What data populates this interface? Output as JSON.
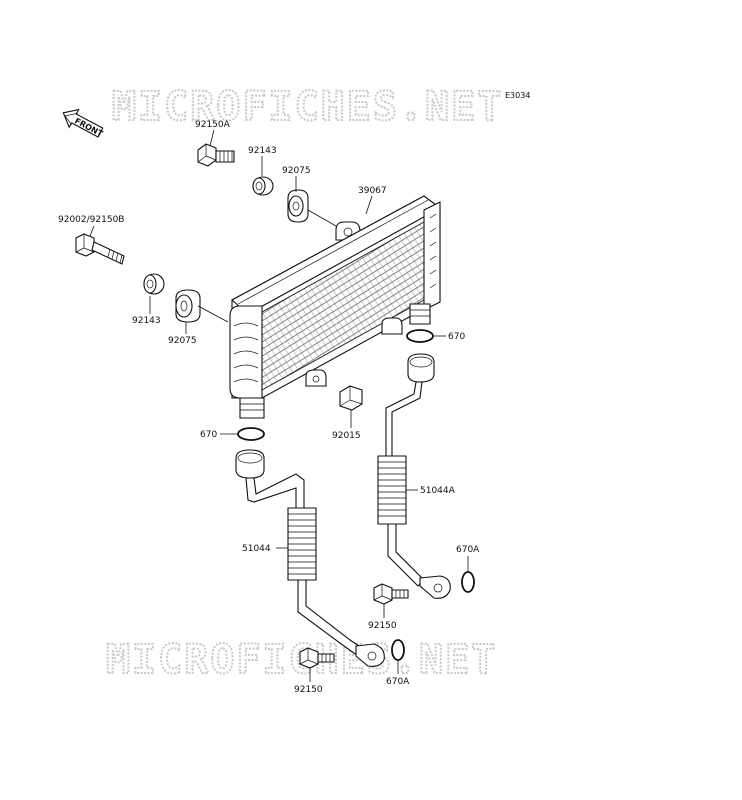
{
  "diagram_code": "E3034",
  "watermarks": [
    "MICROFICHES.NET",
    "MICROFICHES.NET"
  ],
  "front_marker": "FRONT",
  "callouts": [
    {
      "id": "92150A_top",
      "text": "92150A"
    },
    {
      "id": "92143_top",
      "text": "92143"
    },
    {
      "id": "92075_top",
      "text": "92075"
    },
    {
      "id": "39067",
      "text": "39067"
    },
    {
      "id": "92002",
      "text": "92002/92150B"
    },
    {
      "id": "92143_left",
      "text": "92143"
    },
    {
      "id": "92075_left",
      "text": "92075"
    },
    {
      "id": "670_right",
      "text": "670"
    },
    {
      "id": "670_left",
      "text": "670"
    },
    {
      "id": "92015",
      "text": "92015"
    },
    {
      "id": "51044A",
      "text": "51044A"
    },
    {
      "id": "670A_right",
      "text": "670A"
    },
    {
      "id": "51044",
      "text": "51044"
    },
    {
      "id": "92150_mid",
      "text": "92150"
    },
    {
      "id": "92150_bottom",
      "text": "92150"
    },
    {
      "id": "670A_bottom",
      "text": "670A"
    }
  ]
}
